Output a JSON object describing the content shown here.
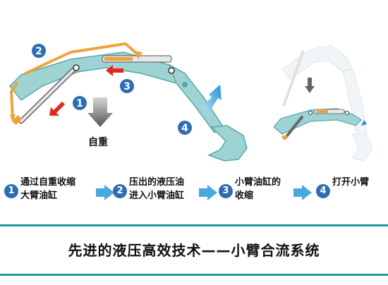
{
  "diagram": {
    "self_weight_label": "自重",
    "markers": [
      "1",
      "2",
      "3",
      "4"
    ],
    "steps": [
      {
        "num": "1",
        "text": "通过自重收缩\n大臂油缸"
      },
      {
        "num": "2",
        "text": "压出的液压油\n进入小臂油缸"
      },
      {
        "num": "3",
        "text": "小臂油缸的\n收缩"
      },
      {
        "num": "4",
        "text": "打开小臂"
      }
    ],
    "title": "先进的液压高效技术——小臂合流系统",
    "colors": {
      "boom": "#9ed3d3",
      "boom_stroke": "#5aa7a8",
      "orange": "#f0a23a",
      "red": "#e02a1f",
      "blue_badge": "#2f6db3",
      "arrow_blue": "#4aa8e0",
      "teal_rule": "#1e9aa0"
    }
  }
}
